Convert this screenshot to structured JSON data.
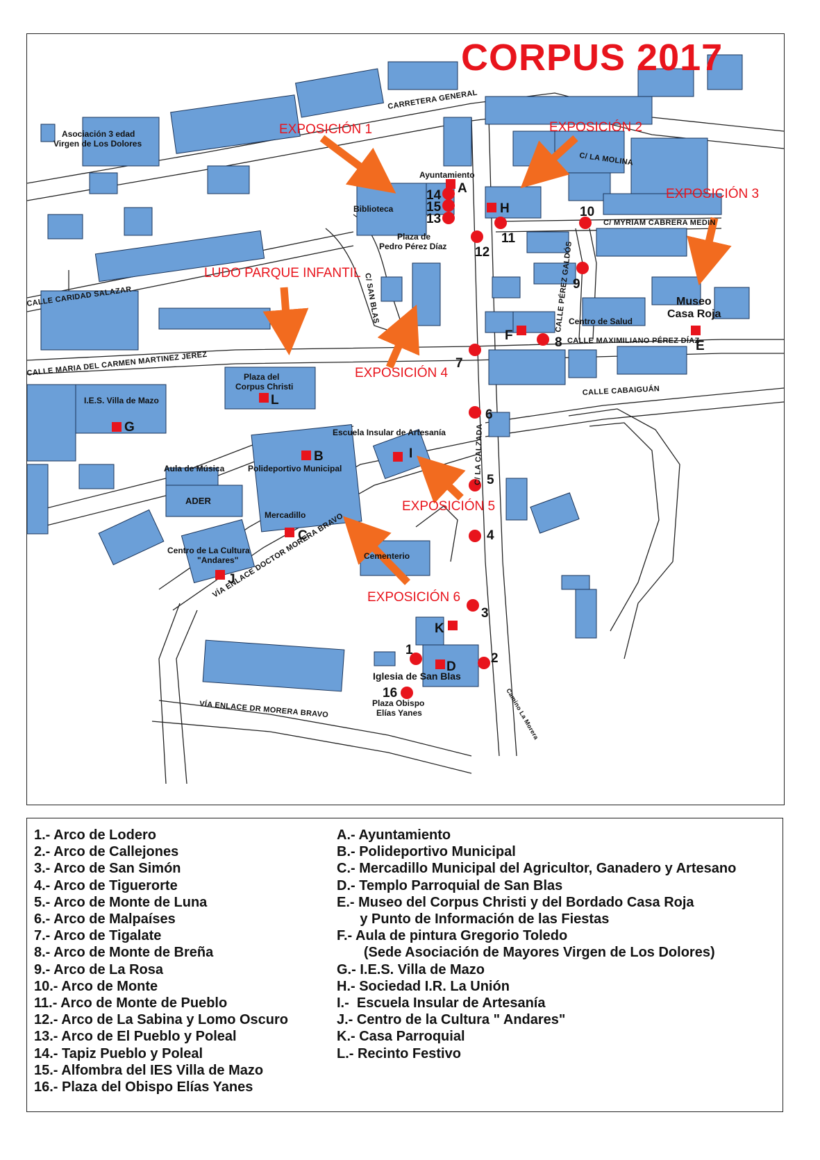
{
  "title": "CORPUS 2017",
  "colors": {
    "building": "#6b9fd8",
    "marker": "#e8141c",
    "arrow": "#f26b1f",
    "road": "#222222"
  },
  "streets": {
    "carretera_general": "CARRETERA GENERAL",
    "la_molina": "C/ LA MOLINA",
    "myriam": "C/ MYRIAM CABRERA MEDIN",
    "caridad": "CALLE CARIDAD SALAZAR",
    "san_blas": "C/ SAN BLAS",
    "perez_galdos": "CALLE PÉREZ GALDÓS",
    "maximiliano": "CALLE MAXIMILIANO PÉREZ DÍAZ",
    "maria_carmen": "CALLE MARIA DEL CARMEN MARTINEZ JEREZ",
    "cabaiguan": "CALLE CABAIGUÁN",
    "la_calzada": "C/ LA CALZADA",
    "via_enlace_1": "VÍA ENLACE DOCTOR MORERA BRAVO",
    "via_enlace_2": "VÍA ENLACE DR  MORERA BRAVO",
    "camino_morera": "Camino La Morera"
  },
  "places": {
    "asociacion_1": "Asociación 3 edad",
    "asociacion_2": "Virgen de Los Dolores",
    "ayuntamiento": "Ayuntamiento",
    "biblioteca": "Biblioteca",
    "plaza_pedro_1": "Plaza de",
    "plaza_pedro_2": "Pedro Pérez Díaz",
    "museo_1": "Museo",
    "museo_2": "Casa Roja",
    "centro_salud": "Centro de Salud",
    "plaza_corpus_1": "Plaza del",
    "plaza_corpus_2": "Corpus Christi",
    "ies": "I.E.S. Villa de Mazo",
    "escuela": "Escuela Insular de Artesanía",
    "aula_musica": "Aula de Música",
    "polideportivo": "Polideportivo Municipal",
    "ader": "ADER",
    "mercadillo": "Mercadillo",
    "centro_cultura_1": "Centro de La Cultura",
    "centro_cultura_2": "\"Andares\"",
    "cementerio": "Cementerio",
    "iglesia": "Iglesia de San Blas",
    "plaza_obispo_1": "Plaza Obispo",
    "plaza_obispo_2": "Elías Yanes"
  },
  "exhibitions": {
    "e1": "EXPOSICIÓN 1",
    "e2": "EXPOSICIÓN 2",
    "e3": "EXPOSICIÓN 3",
    "e4": "EXPOSICIÓN 4",
    "e5": "EXPOSICIÓN 5",
    "e6": "EXPOSICIÓN 6",
    "ludo": "LUDO PARQUE INFANTIL"
  },
  "map_labels": {
    "n1": "1",
    "n2": "2",
    "n3": "3",
    "n4": "4",
    "n5": "5",
    "n6": "6",
    "n7": "7",
    "n8": "8",
    "n9": "9",
    "n10": "10",
    "n11": "11",
    "n12": "12",
    "n13": "13",
    "n14": "14",
    "n15": "15",
    "n16": "16",
    "A": "A",
    "B": "B",
    "C": "C",
    "E": "E",
    "F": "F",
    "G": "G",
    "H": "H",
    "I": "I",
    "J": "J",
    "K": "K",
    "L": "L",
    "D": "D"
  },
  "legend": {
    "arches": [
      "1.- Arco de Lodero",
      "2.- Arco de Callejones",
      "3.- Arco de San Simón",
      "4.- Arco de Tiguerorte",
      "5.- Arco de Monte de Luna",
      "6.- Arco de Malpaíses",
      "7.- Arco de Tigalate",
      "8.- Arco de Monte de Breña",
      "9.- Arco de La Rosa",
      "10.- Arco de Monte",
      "11.- Arco de Monte de Pueblo",
      "12.- Arco de La Sabina y Lomo Oscuro",
      "13.- Arco de El Pueblo y Poleal",
      "14.- Tapiz Pueblo y Poleal",
      "15.- Alfombra del IES Villa de Mazo",
      "16.- Plaza del Obispo Elías Yanes"
    ],
    "places": [
      "A.- Ayuntamiento",
      "B.- Polideportivo Municipal",
      "C.- Mercadillo Municipal del Agricultor, Ganadero y Artesano",
      "D.- Templo Parroquial de San Blas",
      "E.- Museo del Corpus Christi y del Bordado Casa Roja",
      "      y Punto de Información de las Fiestas",
      "F.- Aula de pintura Gregorio Toledo",
      "       (Sede Asociación de Mayores Virgen de Los Dolores)",
      "G.- I.E.S. Villa de Mazo",
      "H.- Sociedad I.R. La Unión",
      "I.-  Escuela Insular de Artesanía",
      "J.- Centro de la Cultura \" Andares\"",
      "K.- Casa Parroquial",
      "L.- Recinto Festivo"
    ]
  }
}
